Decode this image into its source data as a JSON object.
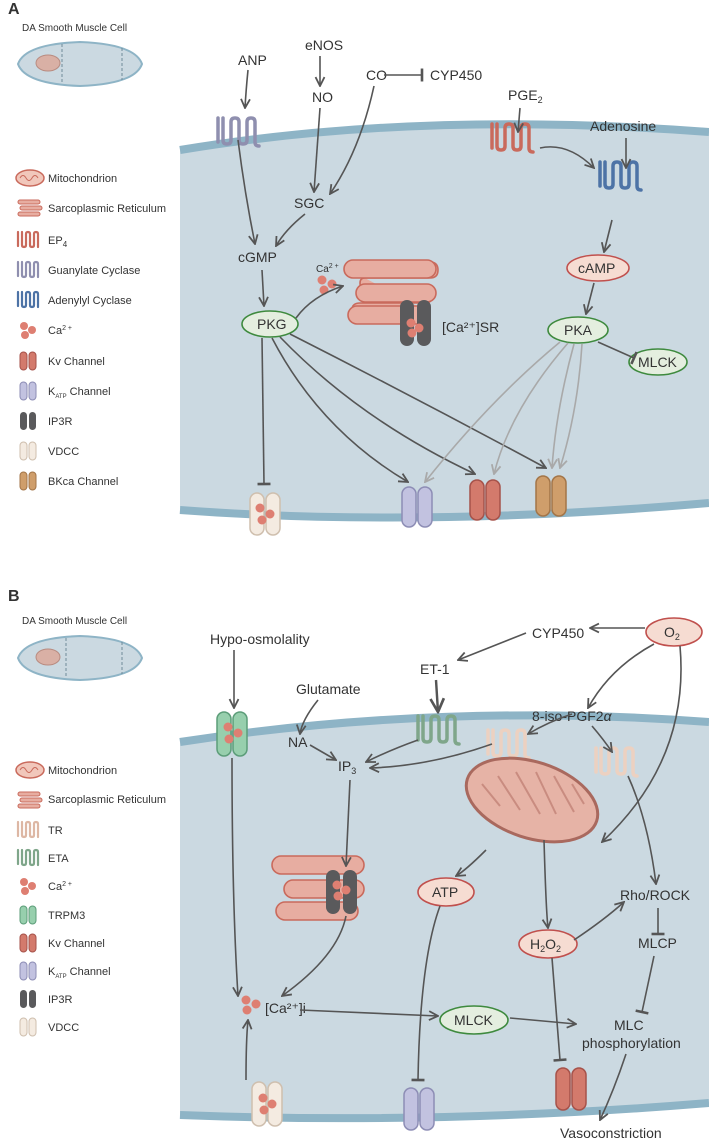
{
  "colors": {
    "cell_fill": "#cbd9e1",
    "membrane": "#8eb4c6",
    "ep4": "#c96a5c",
    "guanylate_cyclase": "#8f8faf",
    "adenylyl_cyclase": "#4d73a6",
    "tr": "#ecd1c1",
    "eta": "#7fa68a",
    "ca": "#de7f72",
    "kv": "#d37a6c",
    "katp": "#c2c2e0",
    "ip3r": "#5a5a5c",
    "vdcc": "#f4ebe1",
    "bkca": "#cf9e6b",
    "trpm3": "#97cfad",
    "green_oval_fill": "#e4eedf",
    "green_oval_stroke": "#3e8a3e",
    "red_oval_fill": "#f6dcd2",
    "red_oval_stroke": "#c0504d"
  },
  "panelA": {
    "label": "A",
    "cell_title": "DA Smooth Muscle Cell",
    "legend": {
      "mito": "Mitochondrion",
      "sr": "Sarcoplasmic Reticulum",
      "ep4": "EP",
      "ep4_sub": "4",
      "gc": "Guanylate Cyclase",
      "ac": "Adenylyl Cyclase",
      "ca": "Ca",
      "ca_sup": "2 +",
      "kv": "Kv Channel",
      "katp": "K",
      "katp_sub": "ATP",
      "katp_rest": " Channel",
      "ip3r": "IP3R",
      "vdcc": "VDCC",
      "bkca": "BKca Channel"
    },
    "nodes": {
      "anp": "ANP",
      "enos": "eNOS",
      "no": "NO",
      "co": "CO",
      "cyp450": "CYP450",
      "pge2": "PGE",
      "pge2_sub": "2",
      "adenosine": "Adenosine",
      "sgc": "SGC",
      "cgmp": "cGMP",
      "camp": "cAMP",
      "pkg": "PKG",
      "pka": "PKA",
      "mlck": "MLCK",
      "ca_label": "Ca",
      "ca_sup": "2 +",
      "ca_sr": "[Ca²⁺]SR"
    }
  },
  "panelB": {
    "label": "B",
    "cell_title": "DA Smooth Muscle Cell",
    "legend": {
      "mito": "Mitochondrion",
      "sr": "Sarcoplasmic Reticulum",
      "tr": "TR",
      "eta": "ETA",
      "ca": "Ca",
      "ca_sup": "2 +",
      "trpm3": "TRPM3",
      "kv": "Kv Channel",
      "katp": "K",
      "katp_sub": "ATP",
      "katp_rest": " Channel",
      "ip3r": "IP3R",
      "vdcc": "VDCC"
    },
    "nodes": {
      "hypo": "Hypo-osmolality",
      "glutamate": "Glutamate",
      "na": "NA",
      "ip3": "IP",
      "ip3_sub": "3",
      "et1": "ET-1",
      "cyp450": "CYP450",
      "o2": "O",
      "o2_sub": "2",
      "iso": "8-iso-PGF2",
      "iso_alpha": "α",
      "atp": "ATP",
      "h2o2_a": "H",
      "h2o2_s1": "2",
      "h2o2_b": "O",
      "h2o2_s2": "2",
      "rho": "Rho/ROCK",
      "mlcp": "MLCP",
      "mlck": "MLCK",
      "cai": "[Ca²⁺]i",
      "mlc1": "MLC",
      "mlc2": "phosphorylation",
      "vaso": "Vasoconstriction"
    }
  }
}
